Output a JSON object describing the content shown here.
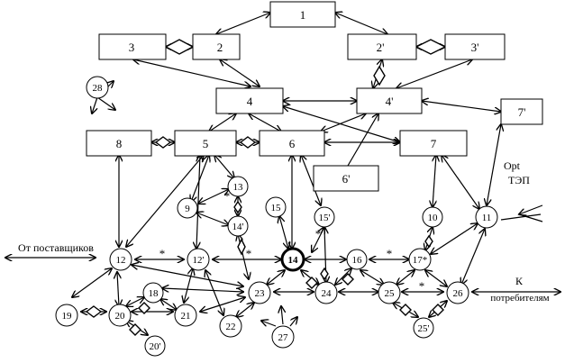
{
  "boxes": [
    {
      "id": "b1",
      "label": "1"
    },
    {
      "id": "b2",
      "label": "2"
    },
    {
      "id": "b3",
      "label": "3"
    },
    {
      "id": "b2p",
      "label": "2'"
    },
    {
      "id": "b3p",
      "label": "3'"
    },
    {
      "id": "b4",
      "label": "4"
    },
    {
      "id": "b4p",
      "label": "4'"
    },
    {
      "id": "b7p",
      "label": "7'"
    },
    {
      "id": "b8",
      "label": "8"
    },
    {
      "id": "b5",
      "label": "5"
    },
    {
      "id": "b6",
      "label": "6"
    },
    {
      "id": "b7",
      "label": "7"
    },
    {
      "id": "b6p",
      "label": "6'"
    }
  ],
  "nodes": [
    {
      "id": "n28",
      "label": "28"
    },
    {
      "id": "n13",
      "label": "13"
    },
    {
      "id": "n9",
      "label": "9"
    },
    {
      "id": "n14p",
      "label": "14'"
    },
    {
      "id": "n15",
      "label": "15"
    },
    {
      "id": "n15p",
      "label": "15'"
    },
    {
      "id": "n10",
      "label": "10"
    },
    {
      "id": "n11",
      "label": "11"
    },
    {
      "id": "n12",
      "label": "12"
    },
    {
      "id": "n12p",
      "label": "12'"
    },
    {
      "id": "n14",
      "label": "14"
    },
    {
      "id": "n16",
      "label": "16"
    },
    {
      "id": "n17s",
      "label": "17*"
    },
    {
      "id": "n18",
      "label": "18"
    },
    {
      "id": "n23",
      "label": "23"
    },
    {
      "id": "n24",
      "label": "24"
    },
    {
      "id": "n25",
      "label": "25"
    },
    {
      "id": "n26",
      "label": "26"
    },
    {
      "id": "n19",
      "label": "19"
    },
    {
      "id": "n20",
      "label": "20"
    },
    {
      "id": "n21",
      "label": "21"
    },
    {
      "id": "n22",
      "label": "22"
    },
    {
      "id": "n27",
      "label": "27"
    },
    {
      "id": "n20p",
      "label": "20'"
    },
    {
      "id": "n25p",
      "label": "25'"
    }
  ],
  "text_labels": {
    "suppliers": "От поставщиков",
    "consumers_1": "К",
    "consumers_2": "потребителям",
    "opt_1": "Opt",
    "opt_2": "ТЭП"
  },
  "edge_markers": [
    "*",
    "*",
    "*",
    "*",
    "*",
    "*"
  ]
}
